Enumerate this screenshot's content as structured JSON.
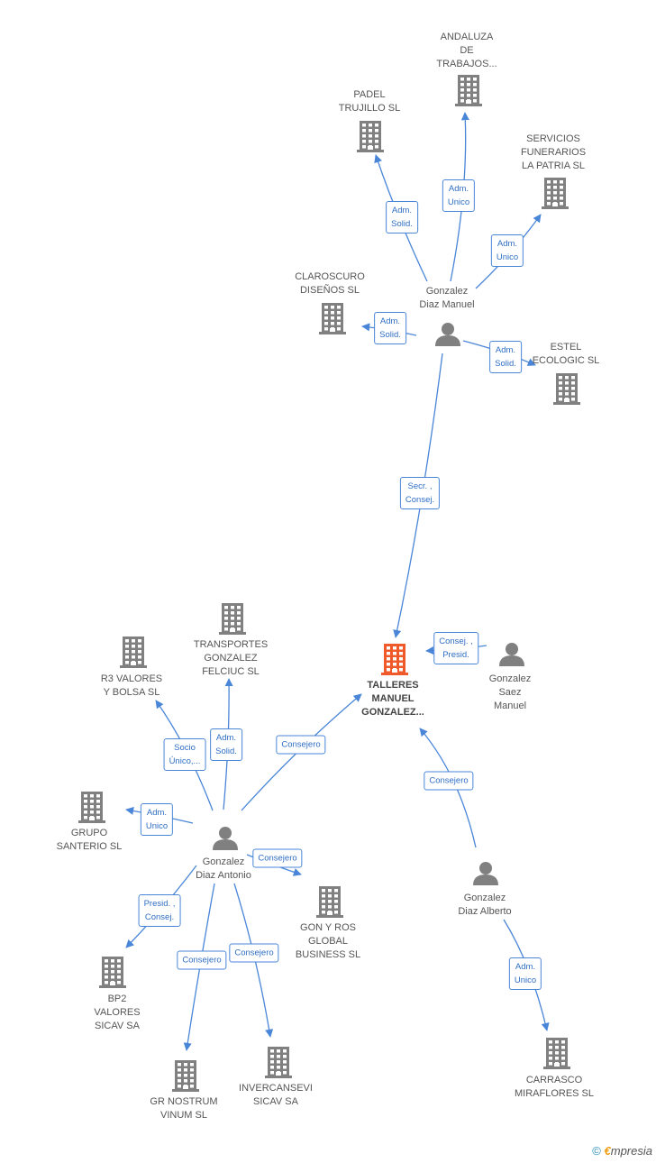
{
  "colors": {
    "edge": "#4a86d8",
    "building": "#808080",
    "building_main": "#f05a2a",
    "person": "#808080"
  },
  "nodes": [
    {
      "id": "talleres",
      "kind": "company",
      "main": true,
      "lines": [
        "TALLERES",
        "MANUEL",
        "GONZALEZ..."
      ]
    },
    {
      "id": "gdm",
      "kind": "person",
      "lines": [
        "Gonzalez",
        "Diaz Manuel"
      ]
    },
    {
      "id": "andaluza",
      "kind": "company",
      "lines": [
        "ANDALUZA",
        "DE",
        "TRABAJOS..."
      ]
    },
    {
      "id": "padel",
      "kind": "company",
      "lines": [
        "PADEL",
        "TRUJILLO  SL"
      ]
    },
    {
      "id": "servicios",
      "kind": "company",
      "lines": [
        "SERVICIOS",
        "FUNERARIOS",
        "LA PATRIA SL"
      ]
    },
    {
      "id": "claroscuro",
      "kind": "company",
      "lines": [
        "CLAROSCURO",
        "DISEÑOS SL"
      ]
    },
    {
      "id": "estel",
      "kind": "company",
      "lines": [
        "ESTEL",
        "ECOLOGIC SL"
      ]
    },
    {
      "id": "gsm",
      "kind": "person",
      "lines": [
        "Gonzalez",
        "Saez",
        "Manuel"
      ]
    },
    {
      "id": "gda",
      "kind": "person",
      "lines": [
        "Gonzalez",
        "Diaz Antonio"
      ]
    },
    {
      "id": "transportes",
      "kind": "company",
      "lines": [
        "TRANSPORTES",
        "GONZALEZ",
        "FELCIUC SL"
      ]
    },
    {
      "id": "r3",
      "kind": "company",
      "lines": [
        "R3 VALORES",
        "Y BOLSA SL"
      ]
    },
    {
      "id": "santerio",
      "kind": "company",
      "lines": [
        "GRUPO",
        "SANTERIO SL"
      ]
    },
    {
      "id": "gonyros",
      "kind": "company",
      "lines": [
        "GON Y ROS",
        "GLOBAL",
        "BUSINESS  SL"
      ]
    },
    {
      "id": "bp2",
      "kind": "company",
      "lines": [
        "BP2",
        "VALORES",
        "SICAV SA"
      ]
    },
    {
      "id": "grnostrum",
      "kind": "company",
      "lines": [
        "GR NOSTRUM",
        "VINUM  SL"
      ]
    },
    {
      "id": "invercansevi",
      "kind": "company",
      "lines": [
        "INVERCANSEVI",
        "SICAV SA"
      ]
    },
    {
      "id": "gdal",
      "kind": "person",
      "lines": [
        "Gonzalez",
        "Diaz Alberto"
      ]
    },
    {
      "id": "carrasco",
      "kind": "company",
      "lines": [
        "CARRASCO",
        "MIRAFLORES  SL"
      ]
    }
  ],
  "edges": [
    {
      "id": "e1",
      "from": "gdm",
      "to": "talleres",
      "label": [
        "Secr. ,",
        "Consej."
      ]
    },
    {
      "id": "e2",
      "from": "gdm",
      "to": "andaluza",
      "label": [
        "Adm.",
        "Unico"
      ]
    },
    {
      "id": "e3",
      "from": "gdm",
      "to": "padel",
      "label": [
        "Adm.",
        "Solid."
      ]
    },
    {
      "id": "e4",
      "from": "gdm",
      "to": "servicios",
      "label": [
        "Adm.",
        "Unico"
      ]
    },
    {
      "id": "e5",
      "from": "gdm",
      "to": "claroscuro",
      "label": [
        "Adm.",
        "Solid."
      ]
    },
    {
      "id": "e6",
      "from": "gdm",
      "to": "estel",
      "label": [
        "Adm.",
        "Solid."
      ]
    },
    {
      "id": "e7",
      "from": "gsm",
      "to": "talleres",
      "label": [
        "Consej. ,",
        "Presid."
      ]
    },
    {
      "id": "e8",
      "from": "gda",
      "to": "talleres",
      "label": [
        "Consejero"
      ]
    },
    {
      "id": "e9",
      "from": "gda",
      "to": "transportes",
      "label": [
        "Adm.",
        "Solid."
      ]
    },
    {
      "id": "e10",
      "from": "gda",
      "to": "r3",
      "label": [
        "Socio",
        "Único,..."
      ]
    },
    {
      "id": "e11",
      "from": "gda",
      "to": "santerio",
      "label": [
        "Adm.",
        "Unico"
      ]
    },
    {
      "id": "e12",
      "from": "gda",
      "to": "gonyros",
      "label": [
        "Consejero"
      ]
    },
    {
      "id": "e13",
      "from": "gda",
      "to": "bp2",
      "label": [
        "Presid. ,",
        "Consej."
      ]
    },
    {
      "id": "e14",
      "from": "gda",
      "to": "grnostrum",
      "label": [
        "Consejero"
      ]
    },
    {
      "id": "e15",
      "from": "gda",
      "to": "invercansevi",
      "label": [
        "Consejero"
      ]
    },
    {
      "id": "e16",
      "from": "gdal",
      "to": "talleres",
      "label": [
        "Consejero"
      ]
    },
    {
      "id": "e17",
      "from": "gdal",
      "to": "carrasco",
      "label": [
        "Adm.",
        "Unico"
      ]
    }
  ],
  "footer": {
    "copyright": "©",
    "brand_initial": "€",
    "brand_rest": "mpresia"
  }
}
